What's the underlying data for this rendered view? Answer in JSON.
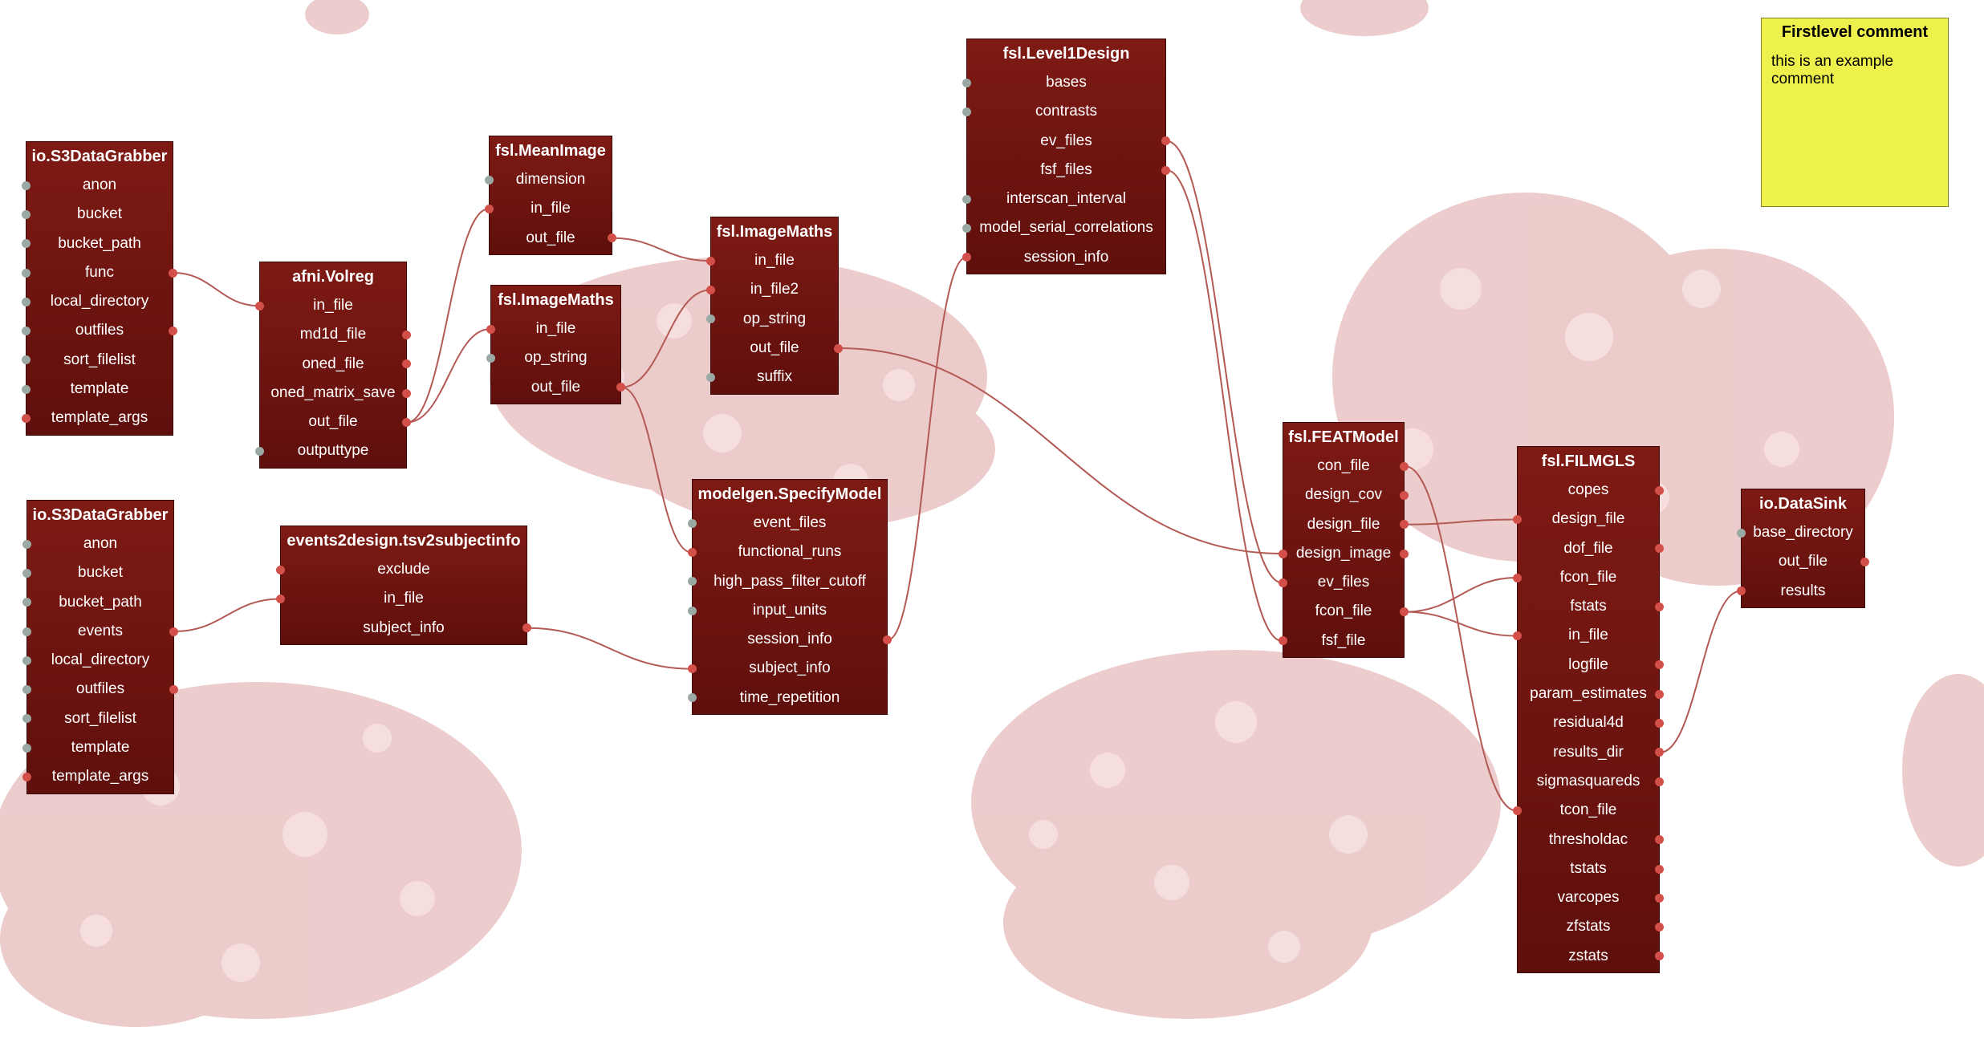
{
  "colors": {
    "node": "#6d1410",
    "wire": "#b35a55",
    "connected_port": "#d3504a",
    "free_port": "#9aa9a4",
    "note": "#eef04c",
    "background_decoration": "#e8b9b9"
  },
  "nodes": [
    {
      "id": "s3_1",
      "title": "io.S3DataGrabber",
      "ports": [
        {
          "label": "anon",
          "in": "free"
        },
        {
          "label": "bucket",
          "in": "free"
        },
        {
          "label": "bucket_path",
          "in": "free"
        },
        {
          "label": "func",
          "in": "free",
          "out": "con"
        },
        {
          "label": "local_directory",
          "in": "free"
        },
        {
          "label": "outfiles",
          "in": "free",
          "out": "con"
        },
        {
          "label": "sort_filelist",
          "in": "free"
        },
        {
          "label": "template",
          "in": "free"
        },
        {
          "label": "template_args",
          "in": "con"
        }
      ]
    },
    {
      "id": "volreg",
      "title": "afni.Volreg",
      "ports": [
        {
          "label": "in_file",
          "in": "con"
        },
        {
          "label": "md1d_file",
          "out": "con"
        },
        {
          "label": "oned_file",
          "out": "con"
        },
        {
          "label": "oned_matrix_save",
          "out": "con"
        },
        {
          "label": "out_file",
          "out": "con"
        },
        {
          "label": "outputtype",
          "in": "free"
        }
      ]
    },
    {
      "id": "meanimage",
      "title": "fsl.MeanImage",
      "ports": [
        {
          "label": "dimension",
          "in": "free"
        },
        {
          "label": "in_file",
          "in": "con"
        },
        {
          "label": "out_file",
          "out": "con"
        }
      ]
    },
    {
      "id": "imagemaths1",
      "title": "fsl.ImageMaths",
      "ports": [
        {
          "label": "in_file",
          "in": "con"
        },
        {
          "label": "op_string",
          "in": "free"
        },
        {
          "label": "out_file",
          "out": "con"
        }
      ]
    },
    {
      "id": "imagemaths2",
      "title": "fsl.ImageMaths",
      "ports": [
        {
          "label": "in_file",
          "in": "con"
        },
        {
          "label": "in_file2",
          "in": "con"
        },
        {
          "label": "op_string",
          "in": "free"
        },
        {
          "label": "out_file",
          "out": "con"
        },
        {
          "label": "suffix",
          "in": "free"
        }
      ]
    },
    {
      "id": "level1",
      "title": "fsl.Level1Design",
      "ports": [
        {
          "label": "bases",
          "in": "free"
        },
        {
          "label": "contrasts",
          "in": "free"
        },
        {
          "label": "ev_files",
          "out": "con"
        },
        {
          "label": "fsf_files",
          "out": "con"
        },
        {
          "label": "interscan_interval",
          "in": "free"
        },
        {
          "label": "model_serial_correlations",
          "in": "free"
        },
        {
          "label": "session_info",
          "in": "con"
        }
      ]
    },
    {
      "id": "s3_2",
      "title": "io.S3DataGrabber",
      "ports": [
        {
          "label": "anon",
          "in": "free"
        },
        {
          "label": "bucket",
          "in": "free"
        },
        {
          "label": "bucket_path",
          "in": "free"
        },
        {
          "label": "events",
          "in": "free",
          "out": "con"
        },
        {
          "label": "local_directory",
          "in": "free"
        },
        {
          "label": "outfiles",
          "in": "free",
          "out": "con"
        },
        {
          "label": "sort_filelist",
          "in": "free"
        },
        {
          "label": "template",
          "in": "free"
        },
        {
          "label": "template_args",
          "in": "con"
        }
      ]
    },
    {
      "id": "events2design",
      "title": "events2design.tsv2subjectinfo",
      "ports": [
        {
          "label": "exclude",
          "in": "con"
        },
        {
          "label": "in_file",
          "in": "con"
        },
        {
          "label": "subject_info",
          "out": "con"
        }
      ]
    },
    {
      "id": "specify",
      "title": "modelgen.SpecifyModel",
      "ports": [
        {
          "label": "event_files",
          "in": "free"
        },
        {
          "label": "functional_runs",
          "in": "con"
        },
        {
          "label": "high_pass_filter_cutoff",
          "in": "free"
        },
        {
          "label": "input_units",
          "in": "free"
        },
        {
          "label": "session_info",
          "out": "con"
        },
        {
          "label": "subject_info",
          "in": "con"
        },
        {
          "label": "time_repetition",
          "in": "free"
        }
      ]
    },
    {
      "id": "featmodel",
      "title": "fsl.FEATModel",
      "ports": [
        {
          "label": "con_file",
          "out": "con"
        },
        {
          "label": "design_cov",
          "out": "con"
        },
        {
          "label": "design_file",
          "out": "con"
        },
        {
          "label": "design_image",
          "in": "con",
          "out": "con"
        },
        {
          "label": "ev_files",
          "in": "con"
        },
        {
          "label": "fcon_file",
          "out": "con"
        },
        {
          "label": "fsf_file",
          "in": "con"
        }
      ]
    },
    {
      "id": "filmgls",
      "title": "fsl.FILMGLS",
      "ports": [
        {
          "label": "copes",
          "out": "con"
        },
        {
          "label": "design_file",
          "in": "con"
        },
        {
          "label": "dof_file",
          "out": "con"
        },
        {
          "label": "fcon_file",
          "in": "con"
        },
        {
          "label": "fstats",
          "out": "con"
        },
        {
          "label": "in_file",
          "in": "con"
        },
        {
          "label": "logfile",
          "out": "con"
        },
        {
          "label": "param_estimates",
          "out": "con"
        },
        {
          "label": "residual4d",
          "out": "con"
        },
        {
          "label": "results_dir",
          "out": "con"
        },
        {
          "label": "sigmasquareds",
          "out": "con"
        },
        {
          "label": "tcon_file",
          "in": "con"
        },
        {
          "label": "thresholdac",
          "out": "con"
        },
        {
          "label": "tstats",
          "out": "con"
        },
        {
          "label": "varcopes",
          "out": "con"
        },
        {
          "label": "zfstats",
          "out": "con"
        },
        {
          "label": "zstats",
          "out": "con"
        }
      ]
    },
    {
      "id": "datasink",
      "title": "io.DataSink",
      "ports": [
        {
          "label": "base_directory",
          "in": "free"
        },
        {
          "label": "out_file",
          "out": "con"
        },
        {
          "label": "results",
          "in": "con"
        }
      ]
    }
  ],
  "connections": [
    [
      "s3_1",
      "func",
      "volreg",
      "in_file"
    ],
    [
      "volreg",
      "out_file",
      "meanimage",
      "in_file"
    ],
    [
      "volreg",
      "out_file",
      "imagemaths1",
      "in_file"
    ],
    [
      "meanimage",
      "out_file",
      "imagemaths2",
      "in_file"
    ],
    [
      "imagemaths1",
      "out_file",
      "imagemaths2",
      "in_file2"
    ],
    [
      "imagemaths1",
      "out_file",
      "specify",
      "functional_runs"
    ],
    [
      "s3_2",
      "events",
      "events2design",
      "in_file"
    ],
    [
      "events2design",
      "subject_info",
      "specify",
      "subject_info"
    ],
    [
      "specify",
      "session_info",
      "level1",
      "session_info"
    ],
    [
      "imagemaths2",
      "out_file",
      "featmodel",
      "design_image"
    ],
    [
      "level1",
      "ev_files",
      "featmodel",
      "ev_files"
    ],
    [
      "level1",
      "fsf_files",
      "featmodel",
      "fsf_file"
    ],
    [
      "featmodel",
      "design_file",
      "filmgls",
      "design_file"
    ],
    [
      "featmodel",
      "fcon_file",
      "filmgls",
      "fcon_file"
    ],
    [
      "featmodel",
      "fcon_file",
      "filmgls",
      "in_file"
    ],
    [
      "featmodel",
      "con_file",
      "filmgls",
      "tcon_file"
    ],
    [
      "filmgls",
      "results_dir",
      "datasink",
      "results"
    ]
  ],
  "note": {
    "title": "Firstlevel comment",
    "text": "this is an example comment"
  }
}
